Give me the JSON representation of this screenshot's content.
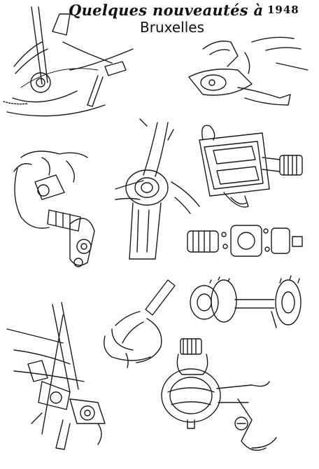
{
  "header": {
    "title_line1": "Quelques nouveautés à",
    "title_line2": "Bruxelles",
    "year": "1948"
  },
  "illustrations": [
    "gear-lever-on-frame",
    "shifter-clamp",
    "crank-axle-detail",
    "pedal",
    "pedal-spindle-parts",
    "derailleur-rear",
    "brake-lever",
    "hub",
    "toe-clip",
    "derailleur-cable-mechanism",
    "dynamo-lamp"
  ]
}
